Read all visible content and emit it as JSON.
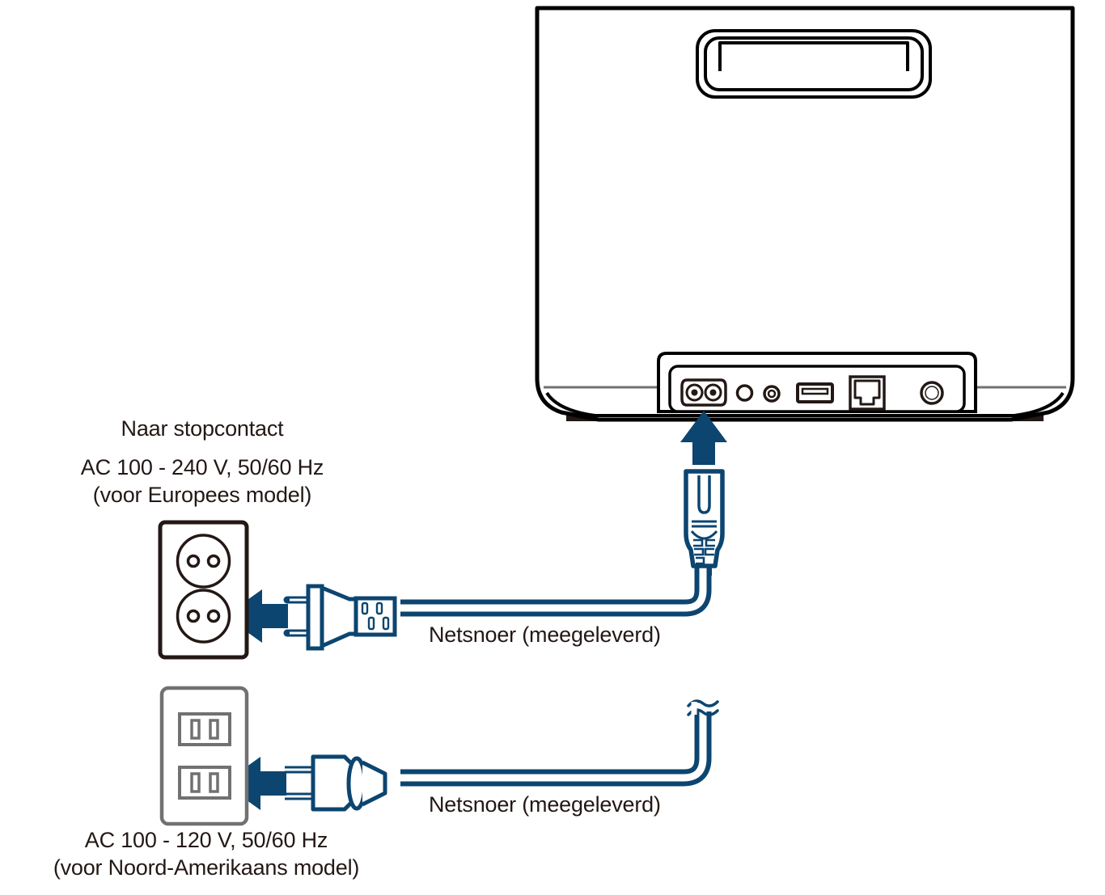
{
  "figure": {
    "kind": "power-connection-diagram",
    "language": "nl"
  },
  "colors": {
    "cable_blue": "#0C4570",
    "arrow_blue": "#0C4570",
    "outline_black": "#231815",
    "outlet_gray": "#727171",
    "text": "#231815",
    "device_outline": "#000000",
    "white": "#FFFFFF"
  },
  "labels": {
    "outlet_title": "Naar stopcontact",
    "eu_spec": "AC 100 - 240 V, 50/60 Hz",
    "eu_model": "(voor Europees model)",
    "na_spec": "AC 100 - 120 V, 50/60 Hz",
    "na_model": "(voor Noord-Amerikaans model)",
    "cord_eu": "Netsnoer (meegeleverd)",
    "cord_na": "Netsnoer (meegeleverd)"
  },
  "device": {
    "name": "wireless-speaker",
    "handle": "recessed-carry-handle",
    "rear_panel_ports": [
      {
        "id": "ac-inlet",
        "type": "figure-8-ac-inlet"
      },
      {
        "id": "jack-small-1",
        "type": "round-jack"
      },
      {
        "id": "jack-small-2",
        "type": "round-jack-ringed"
      },
      {
        "id": "usb-port",
        "type": "usb-a"
      },
      {
        "id": "ethernet-port",
        "type": "rj45"
      },
      {
        "id": "jack-large",
        "type": "round-jack-large"
      }
    ]
  },
  "outlets": [
    {
      "id": "eu-outlet",
      "type": "europlug-double-socket",
      "sockets": 2,
      "holes_per_socket": 2
    },
    {
      "id": "na-outlet",
      "type": "nema-duplex-socket",
      "sockets": 2,
      "slots_per_socket": 2
    }
  ],
  "plugs": [
    {
      "id": "eu-plug",
      "type": "europlug-cee-7-16",
      "pins": 2
    },
    {
      "id": "na-plug",
      "type": "nema-1-15",
      "blades": 2
    },
    {
      "id": "c7-plug",
      "type": "iec-c7-figure-8",
      "pins": 2
    }
  ],
  "arrows": [
    {
      "id": "arrow-to-ac-inlet",
      "direction": "up"
    },
    {
      "id": "arrow-to-eu-outlet",
      "direction": "left"
    },
    {
      "id": "arrow-to-na-outlet",
      "direction": "left"
    }
  ],
  "cables": [
    {
      "id": "cable-eu",
      "break_symbol": false
    },
    {
      "id": "cable-na",
      "break_symbol": true
    }
  ]
}
